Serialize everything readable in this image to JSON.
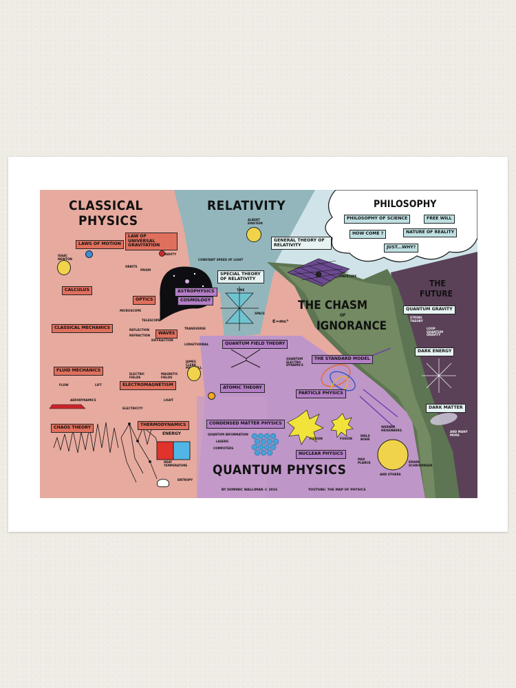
{
  "title_classical": "CLASSICAL",
  "title_classical2": "PHYSICS",
  "title_relativity": "RELATIVITY",
  "title_philosophy": "PHILOSOPHY",
  "title_future1": "THE",
  "title_future2": "FUTURE",
  "title_chasm1": "THE CHASM",
  "title_chasm_of": "OF",
  "title_chasm2": "IGNORANCE",
  "title_quantum": "QUANTUM PHYSICS",
  "labels": {
    "laws_of_motion": "LAWS OF MOTION",
    "law_gravitation": "LAW OF UNIVERSAL GRAVITATION",
    "calculus": "CALCULUS",
    "optics": "OPTICS",
    "astrophysics": "ASTROPHYSICS",
    "cosmology": "COSMOLOGY",
    "classical_mechanics": "CLASSICAL MECHANICS",
    "waves": "WAVES",
    "fluid_mechanics": "FLUID MECHANICS",
    "electromagnetism": "ELECTROMAGNETISM",
    "chaos_theory": "CHAOS THEORY",
    "thermodynamics": "THERMODYNAMICS",
    "general_relativity": "GENERAL THEORY OF RELATIVITY",
    "special_relativity": "SPECIAL THEORY OF RELATIVITY",
    "quantum_field_theory": "QUANTUM FIELD THEORY",
    "atomic_theory": "ATOMIC THEORY",
    "condensed_matter": "CONDENSED MATTER PHYSICS",
    "standard_model": "THE STANDARD MODEL",
    "particle_physics": "PARTICLE PHYSICS",
    "nuclear_physics": "NUCLEAR PHYSICS",
    "philosophy_of_science": "PHILOSOPHY OF SCIENCE",
    "free_will": "FREE WILL",
    "how_come": "HOW COME ?",
    "nature_of_reality": "NATURE OF REALITY",
    "just_why": "JUST...WHY?",
    "quantum_gravity": "QUANTUM GRAVITY",
    "dark_energy": "DARK ENERGY",
    "dark_matter": "DARK MATTER"
  },
  "small": {
    "isaac_newton": "ISAAC NEWTON",
    "orbits": "ORBITS",
    "gravity": "GRAVITY",
    "prism": "PRISM",
    "microscope": "MICROSCOPE",
    "telescope": "TELESCOPE",
    "reflection": "REFLECTION",
    "refraction": "REFRACTION",
    "diffraction": "DIFFRACTION",
    "transverse": "TRANSVERSE",
    "longitudinal": "LONGITUDINAL",
    "electric_fields": "ELECTRIC FIELDS",
    "magnetic_fields": "MAGNETIC FIELDS",
    "james_clerk_maxwell": "JAMES CLERK MAXWELL",
    "light": "LIGHT",
    "electricity": "ELECTRICITY",
    "flow": "FLOW",
    "lift": "LIFT",
    "aerodynamics": "AERODYNAMICS",
    "energy": "ENERGY",
    "heat_temperature": "HEAT TEMPERATURE",
    "entropy": "ENTROPY",
    "albert_einstein": "ALBERT EINSTEIN",
    "constant_speed_of_light": "CONSTANT SPEED OF LIGHT",
    "spacetime": "SPACETIME",
    "time": "TIME",
    "space": "SPACE",
    "emc2": "E=mc²",
    "qed": "QUANTUM ELECTRO DYNAMICS",
    "quantum_information": "QUANTUM INFORMATION",
    "lasers": "LASERS",
    "computers": "COMPUTERS",
    "fission": "FISSION",
    "fusion": "FUSION",
    "niels_bohr": "NIELS BOHR",
    "max_planck": "MAX PLANCK",
    "werner_heisenberg": "WERNER HEISENBERG",
    "erwin_schrodinger": "ERWIN SCHRODINGER",
    "and_others": "AND OTHERS",
    "string_theory": "STRING THEORY",
    "loop_quantum_gravity": "LOOP QUANTUM GRAVITY",
    "and_many_more": "AND MANY MORE",
    "credit": "BY DOMINIC WALLIMAN © 2016",
    "youtube": "YOUTUBE: THE MAP OF PHYSICS"
  }
}
